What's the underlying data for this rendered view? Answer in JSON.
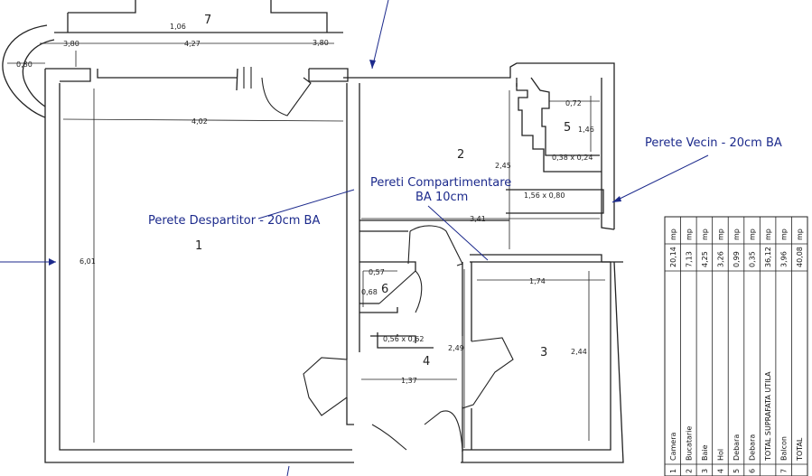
{
  "annotations": {
    "perete_vecin": "Perete Vecin - 20cm BA",
    "pereti_compartimentare_1": "Pereti Compartimentare",
    "pereti_compartimentare_2": "BA 10cm",
    "perete_despartitor": "Perete Despartitor - 20cm BA"
  },
  "rooms": {
    "r1": "1",
    "r2": "2",
    "r3": "3",
    "r4": "4",
    "r5": "5",
    "r6": "6",
    "r7": "7"
  },
  "dimensions": {
    "balcony_top": "1,06",
    "balcony_w": "4,27",
    "balcony_left": "3,80",
    "balcony_right": "3,80",
    "balcony_side": "0,80",
    "room1_w": "4,02",
    "room1_h": "6,01",
    "hall_h": "2,45",
    "kitchen_w": "3,41",
    "bath_w": "0,72",
    "bath_h": "1,46",
    "bath_tub": "0,38 x 0,24",
    "bath_box": "1,56 x 0,80",
    "pantry_w": "0,57",
    "pantry_h": "0,68",
    "pantry_box": "0,56 x 0,62",
    "room3_w": "1,74",
    "room3_h": "2,44",
    "room4_h": "2,49",
    "room4_w": "1,37"
  },
  "area_table": {
    "unit_label": "mp",
    "rows": [
      {
        "nr": "1",
        "name": "Camera",
        "value": "20,14"
      },
      {
        "nr": "2",
        "name": "Bucatarie",
        "value": "7,13"
      },
      {
        "nr": "3",
        "name": "Baie",
        "value": "4,25"
      },
      {
        "nr": "4",
        "name": "Hol",
        "value": "3,26"
      },
      {
        "nr": "5",
        "name": "Debara",
        "value": "0,99"
      },
      {
        "nr": "6",
        "name": "Debara",
        "value": "0,35"
      },
      {
        "nr": "",
        "name": "TOTAL SUPRAFATA UTILA",
        "value": "36,12"
      },
      {
        "nr": "7",
        "name": "Balcon",
        "value": "3,96"
      },
      {
        "nr": "",
        "name": "TOTAL",
        "value": "40,08"
      }
    ]
  }
}
